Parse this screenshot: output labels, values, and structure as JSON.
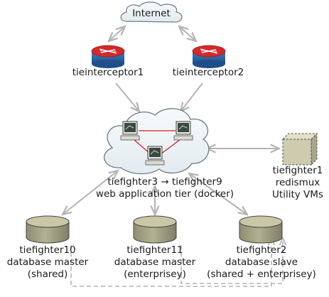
{
  "internet": {
    "label": "Internet"
  },
  "routers": [
    {
      "label": "tieinterceptor1"
    },
    {
      "label": "tieinterceptor2"
    }
  ],
  "app_tier": {
    "line1": "tiefighter3 → tiefighter9",
    "line2": "web application tier (docker)"
  },
  "utility": {
    "line1": "tiefighter1",
    "line2": "redismux",
    "line3": "Utility VMs"
  },
  "databases": [
    {
      "line1": "tiefighter10",
      "line2": "database master",
      "line3": "(shared)"
    },
    {
      "line1": "tiefighter11",
      "line2": "database master",
      "line3": "(enterprisey)"
    },
    {
      "line1": "tiefighter2",
      "line2": "database slave",
      "line3": "(shared + enterprisey)"
    }
  ],
  "colors": {
    "router_red": "#d22a2a",
    "router_blue": "#2f6fb5",
    "db_olive": "#a8a68a",
    "utility_khaki": "#cfcbae",
    "cloud_fill": "#eef3f6",
    "connector": "#b4b4b4",
    "lan_link": "#d21f1f"
  },
  "icons": [
    "cloud-icon",
    "router-icon",
    "workstation-icon",
    "database-icon",
    "server-icon"
  ]
}
